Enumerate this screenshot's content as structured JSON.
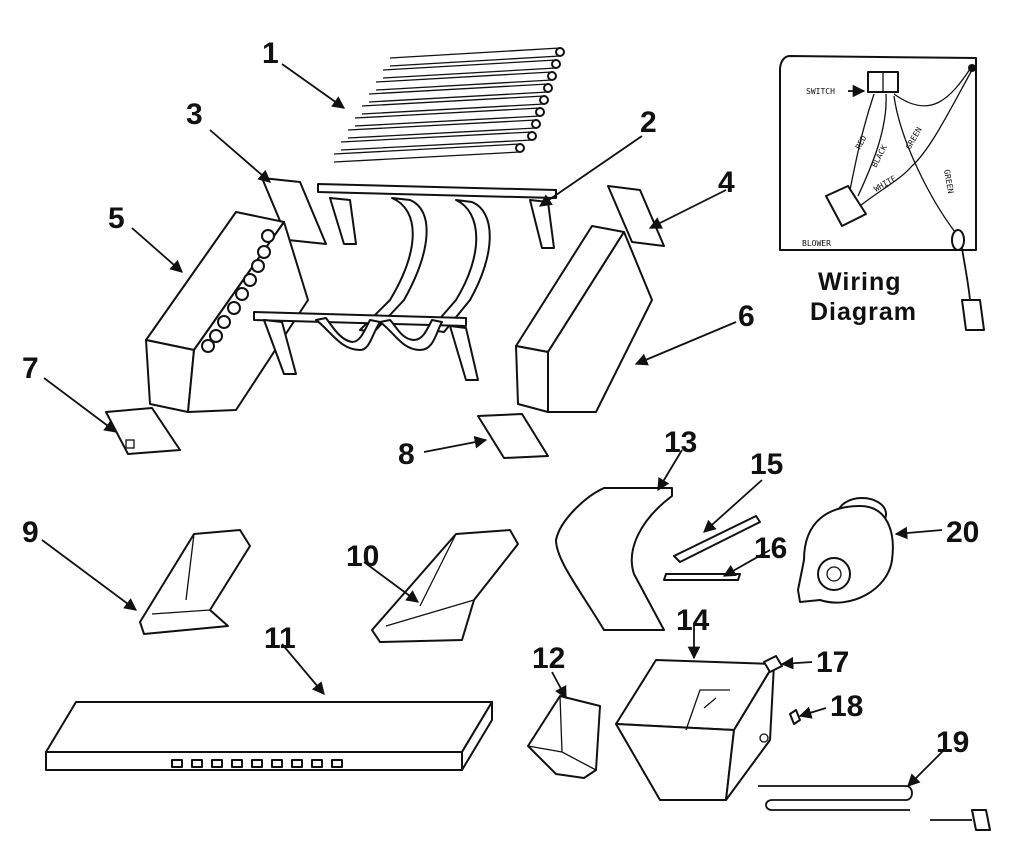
{
  "callouts": [
    "1",
    "2",
    "3",
    "4",
    "5",
    "6",
    "7",
    "8",
    "9",
    "10",
    "11",
    "12",
    "13",
    "14",
    "15",
    "16",
    "17",
    "18",
    "19",
    "20"
  ],
  "wiring": {
    "title_line1": "Wiring",
    "title_line2": "Diagram",
    "switch_label": "SWITCH",
    "blower_label": "BLOWER",
    "wire_red": "RED",
    "wire_black": "BLACK",
    "wire_green": "GREEN",
    "wire_white": "WHITE",
    "wire_green2": "GREEN"
  },
  "colors": {
    "ink": "#111111",
    "paper": "#ffffff"
  }
}
